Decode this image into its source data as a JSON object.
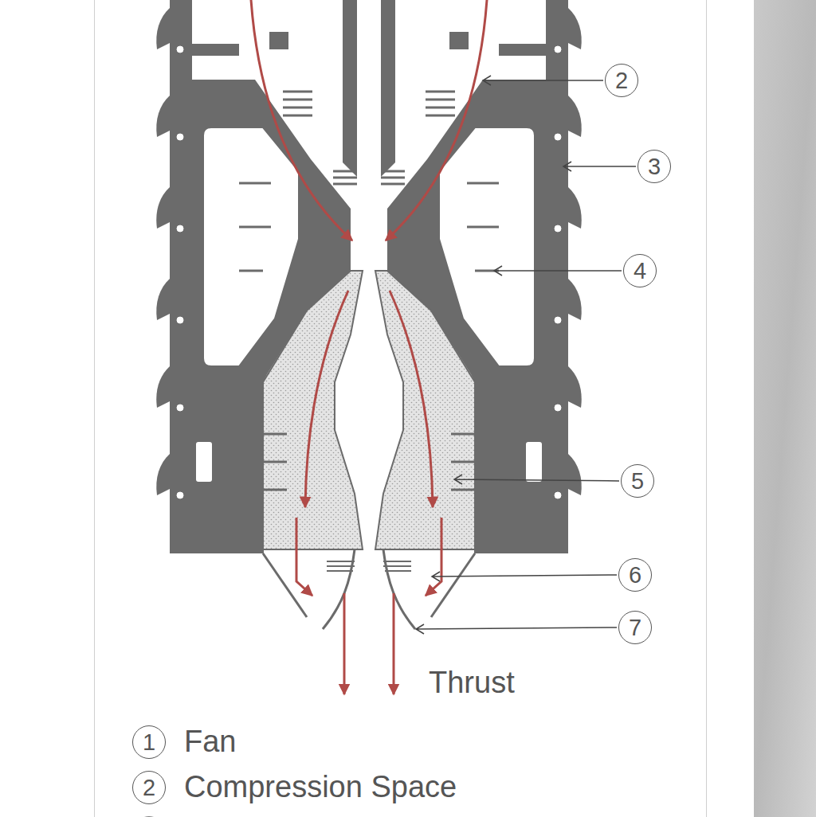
{
  "diagram": {
    "nodes": [
      {
        "text": [
          "2"
        ]
      },
      {
        "text": [
          "3"
        ]
      },
      {
        "text": [
          "4"
        ]
      },
      {
        "text": [
          "5"
        ]
      },
      {
        "text": [
          "6"
        ]
      },
      {
        "text": [
          "7"
        ]
      },
      {
        "text": [
          "1"
        ]
      },
      {
        "text": [
          "2"
        ]
      }
    ],
    "labels": [
      "Thrust",
      "Fan",
      "Compression Space"
    ]
  }
}
